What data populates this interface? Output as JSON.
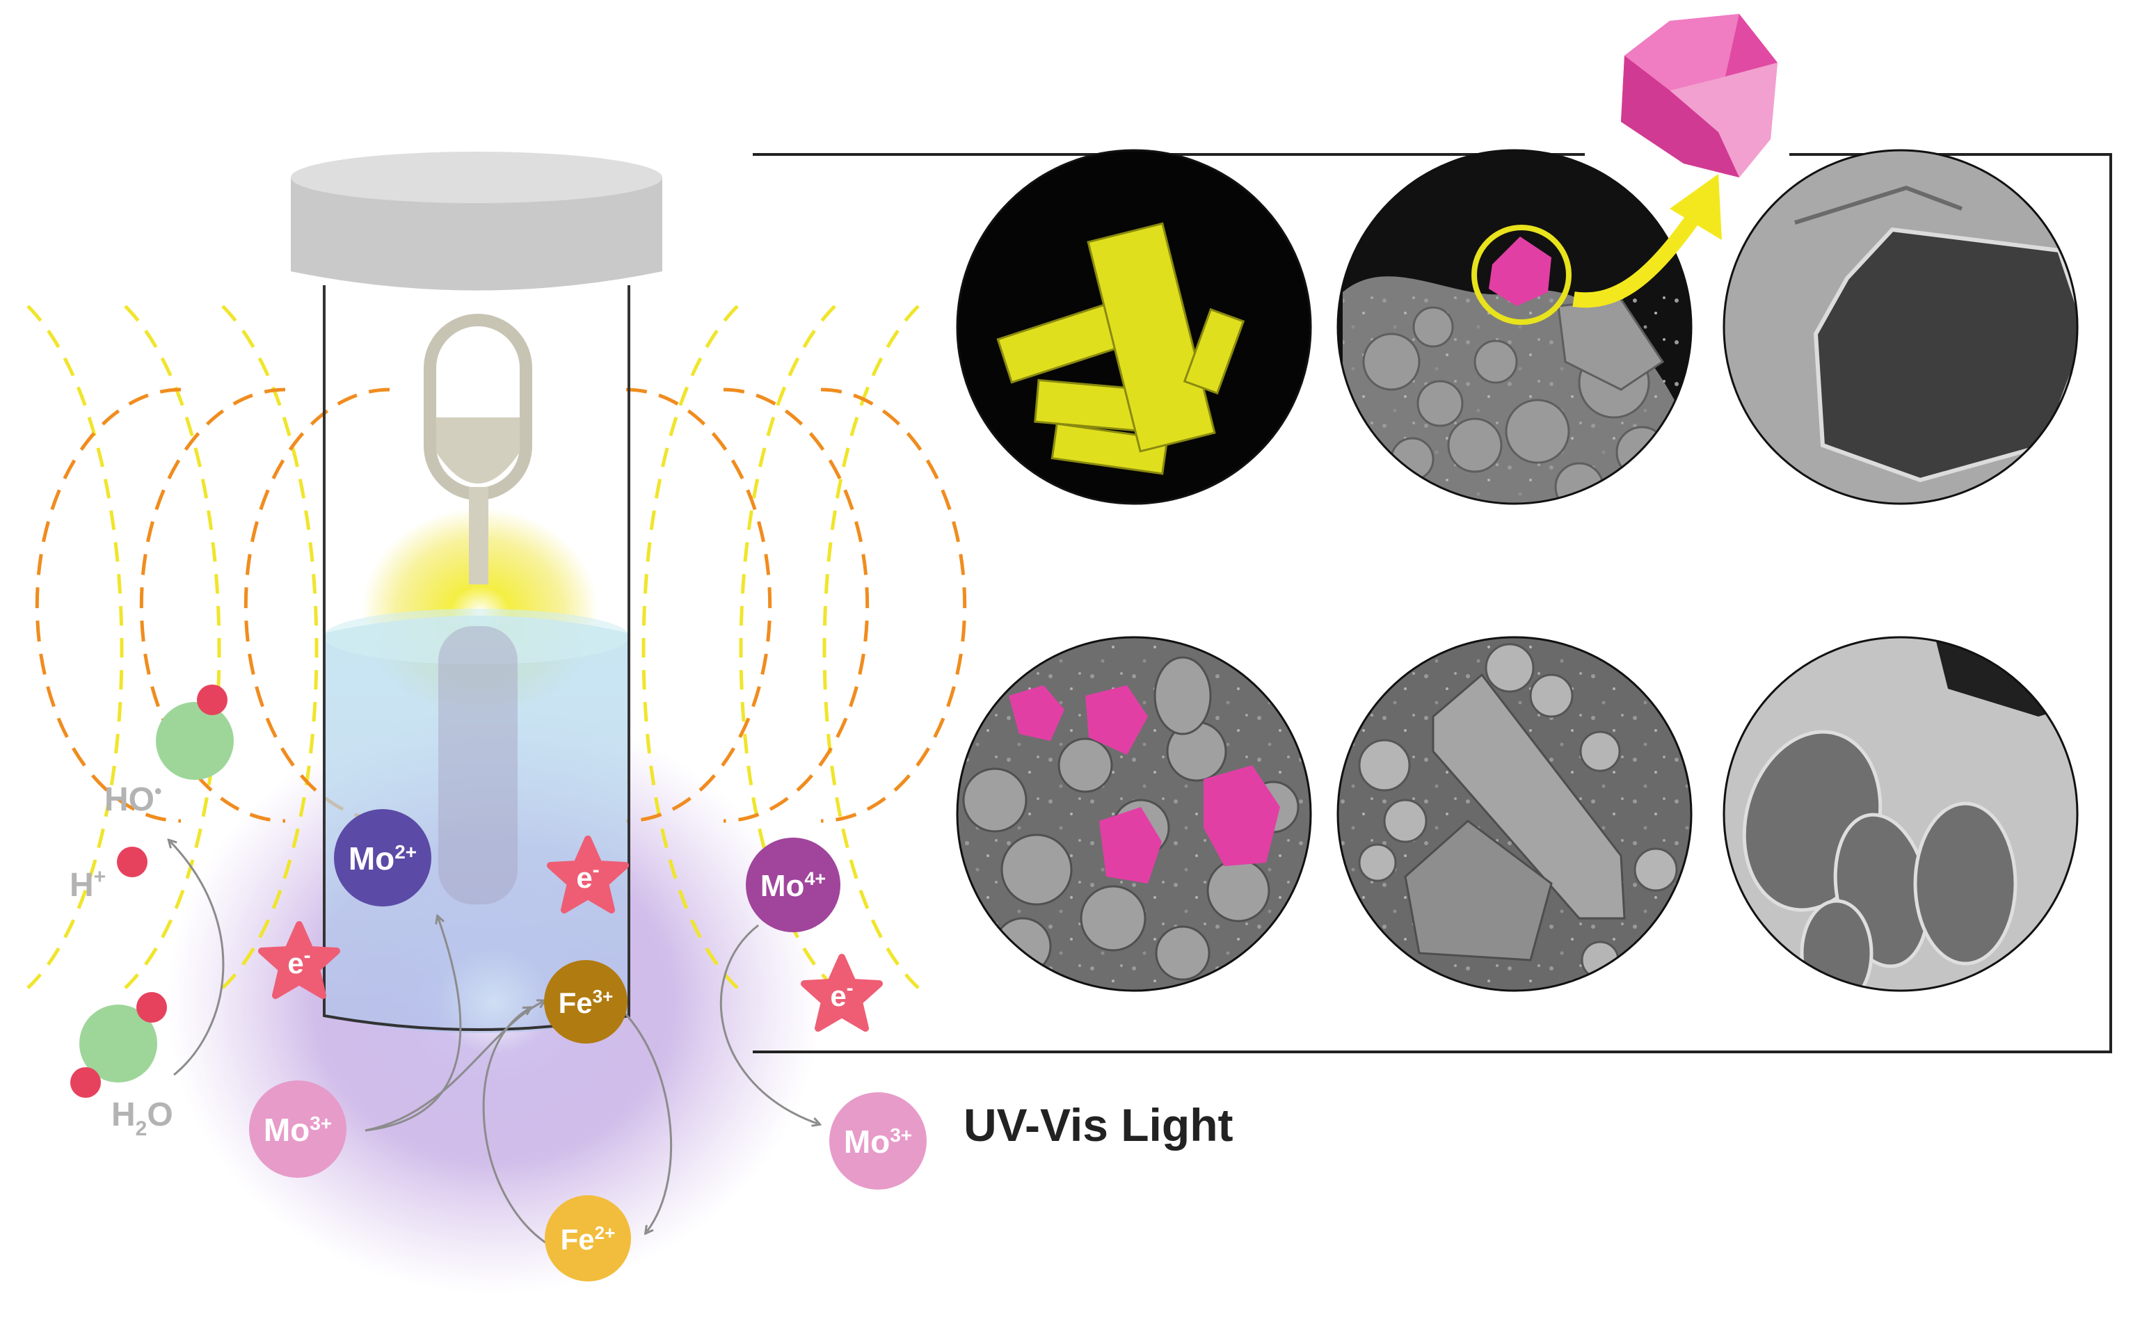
{
  "ions": {
    "mo2": {
      "base": "Mo",
      "sup": "2+"
    },
    "mo4": {
      "base": "Mo",
      "sup": "4+"
    },
    "mo3_left": {
      "base": "Mo",
      "sup": "3+"
    },
    "mo3_right": {
      "base": "Mo",
      "sup": "3+"
    },
    "fe3": {
      "base": "Fe",
      "sup": "3+"
    },
    "fe2": {
      "base": "Fe",
      "sup": "2+"
    }
  },
  "electron": {
    "base": "e",
    "sup": "-"
  },
  "species": {
    "hydroxyl": {
      "base": "HO",
      "sup": "•"
    },
    "proton": {
      "base": "H",
      "sup": "+"
    },
    "water": {
      "a": "H",
      "sub": "2",
      "b": "O"
    }
  },
  "light_label": "UV-Vis Light",
  "colors": {
    "mo2": "#5b4aa6",
    "mo4": "#a0459b",
    "mo3": "#e79bc9",
    "fe3": "#b07b10",
    "fe2": "#f2bd3c",
    "electron": "#ee5d74",
    "molecule": "#9ed69a",
    "atom": "#e6425d",
    "yellow_wave": "#f0e52c",
    "orange_wave": "#f08c1e",
    "highlight": "#e23fa5",
    "sem_yellow": "#e0df1e"
  },
  "micrographs": [
    {
      "name": "sem-yellow-rods"
    },
    {
      "name": "sem-highlighted-crystal"
    },
    {
      "name": "tem-hexagonal-particle"
    },
    {
      "name": "sem-pink-crystals"
    },
    {
      "name": "sem-prism-crystals"
    },
    {
      "name": "tem-oval-particles"
    }
  ]
}
